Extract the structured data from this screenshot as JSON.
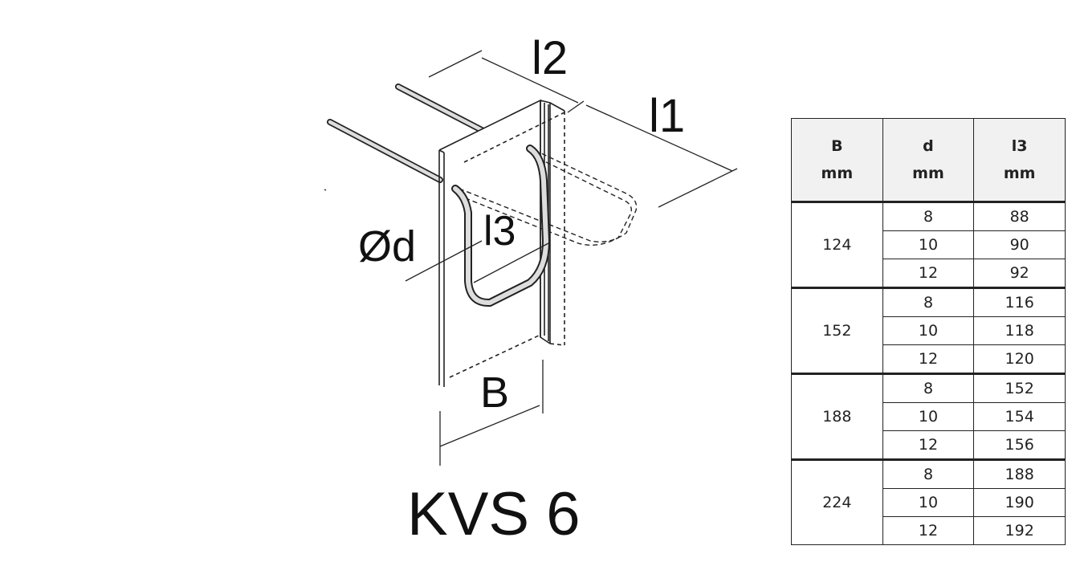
{
  "drawing": {
    "title": "KVS 6",
    "labels": {
      "l1": "l1",
      "l2": "l2",
      "l3": "l3",
      "d": "Ød",
      "B": "B"
    }
  },
  "table": {
    "headers": [
      {
        "name": "B",
        "unit": "mm"
      },
      {
        "name": "d",
        "unit": "mm"
      },
      {
        "name": "l3",
        "unit": "mm"
      }
    ],
    "groups": [
      {
        "B": "124",
        "rows": [
          {
            "d": "8",
            "l3": "88"
          },
          {
            "d": "10",
            "l3": "90"
          },
          {
            "d": "12",
            "l3": "92"
          }
        ]
      },
      {
        "B": "152",
        "rows": [
          {
            "d": "8",
            "l3": "116"
          },
          {
            "d": "10",
            "l3": "118"
          },
          {
            "d": "12",
            "l3": "120"
          }
        ]
      },
      {
        "B": "188",
        "rows": [
          {
            "d": "8",
            "l3": "152"
          },
          {
            "d": "10",
            "l3": "154"
          },
          {
            "d": "12",
            "l3": "156"
          }
        ]
      },
      {
        "B": "224",
        "rows": [
          {
            "d": "8",
            "l3": "188"
          },
          {
            "d": "10",
            "l3": "190"
          },
          {
            "d": "12",
            "l3": "192"
          }
        ]
      }
    ]
  }
}
